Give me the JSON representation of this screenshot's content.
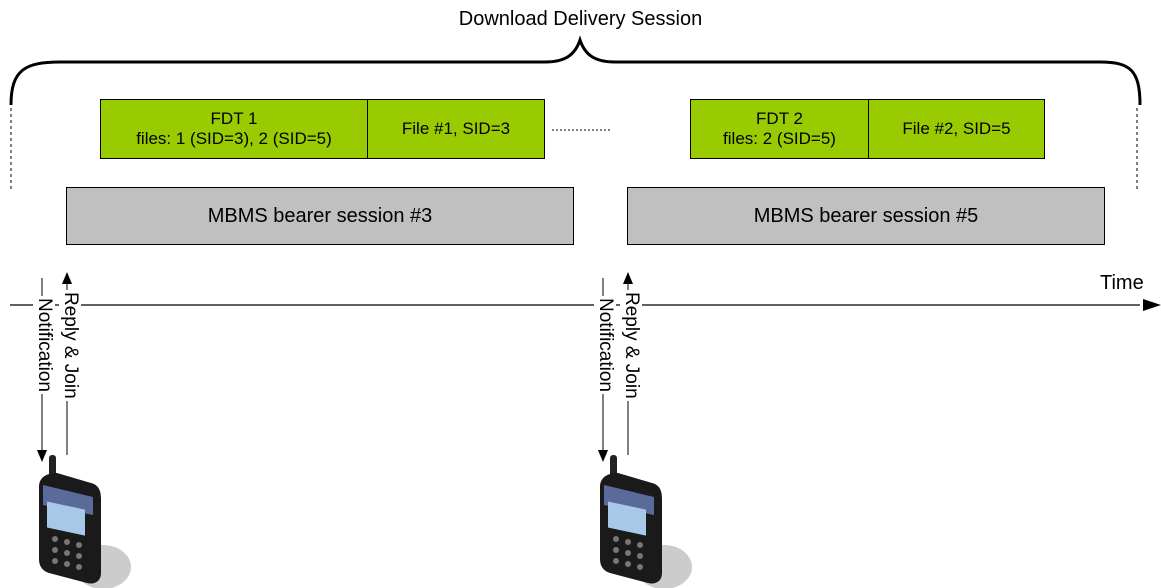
{
  "title": "Download Delivery Session",
  "fdt_boxes": [
    {
      "line1": "FDT 1",
      "line2": "files: 1 (SID=3), 2 (SID=5)"
    },
    {
      "line1": "FDT 2",
      "line2": "files: 2 (SID=5)"
    }
  ],
  "file_boxes": [
    {
      "label": "File #1, SID=3"
    },
    {
      "label": "File #2, SID=5"
    }
  ],
  "bearer_sessions": [
    {
      "label": "MBMS bearer session #3"
    },
    {
      "label": "MBMS bearer session #5"
    }
  ],
  "axis_label": "Time",
  "events": [
    {
      "notification": "Notification",
      "reply": "Reply & Join"
    },
    {
      "notification": "Notification",
      "reply": "Reply & Join"
    }
  ],
  "colors": {
    "fdt_fill": "#99cc00",
    "bearer_fill": "#c0c0c0",
    "line": "#000000"
  },
  "icons": [
    "mobile-phone-icon",
    "mobile-phone-icon"
  ]
}
